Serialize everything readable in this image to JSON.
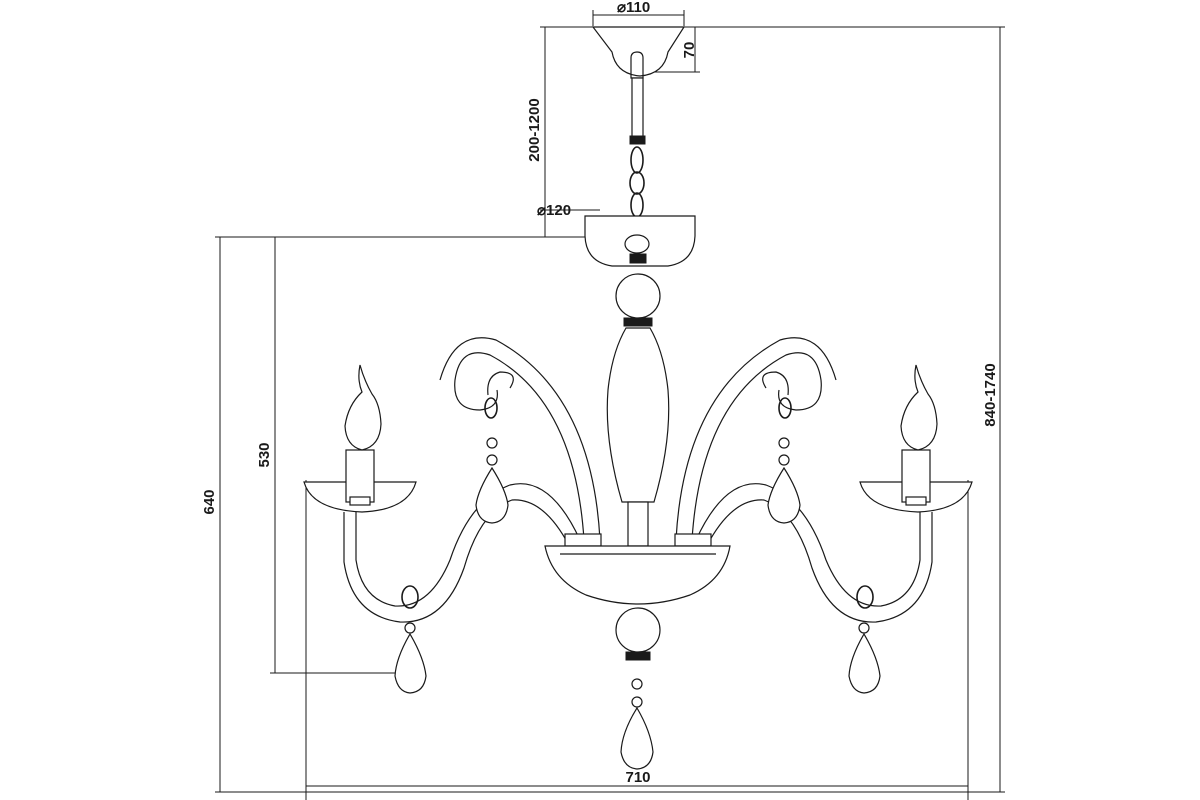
{
  "dimensions": {
    "canopy_diameter": "⌀110",
    "canopy_height": "70",
    "chain_length": "200-1200",
    "cup_diameter": "⌀120",
    "total_height": "840-1740",
    "body_height_outer": "640",
    "body_height_inner": "530",
    "width": "710"
  }
}
